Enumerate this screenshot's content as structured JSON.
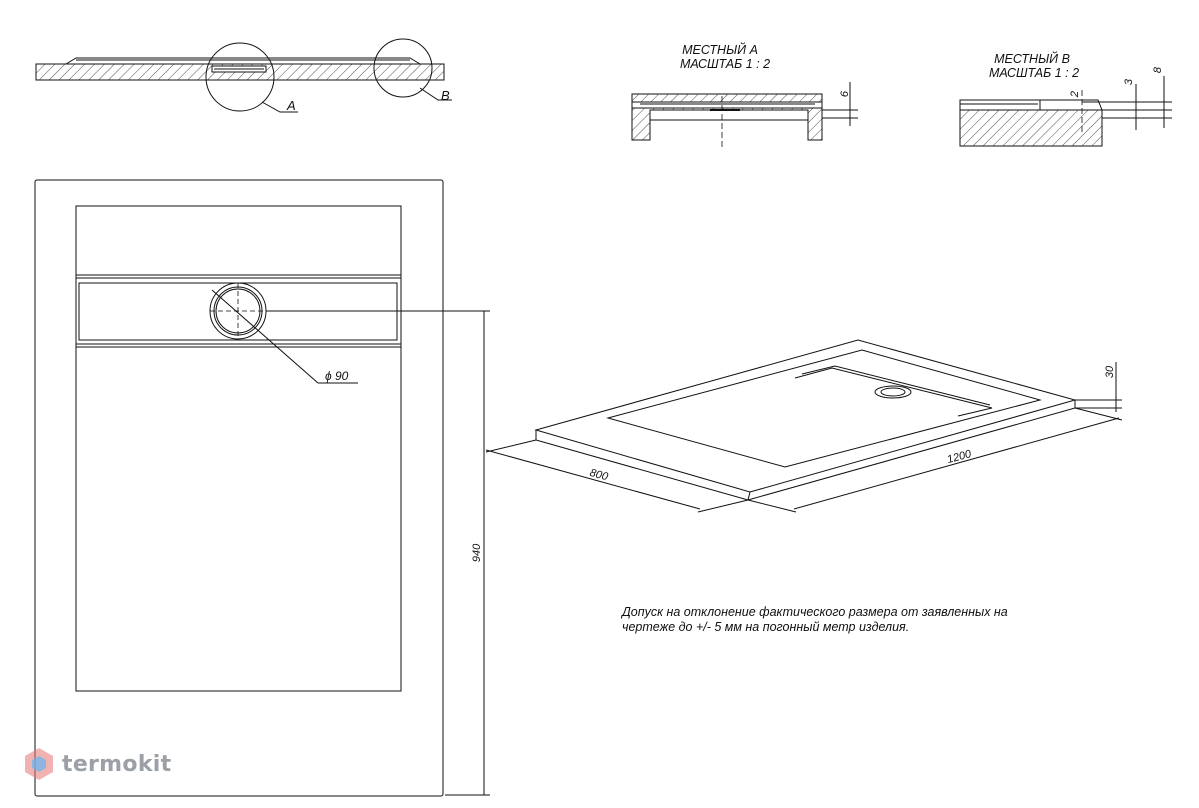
{
  "callout_a": "A",
  "callout_b": "B",
  "detail_a": {
    "line1": "МЕСТНЫЙ А",
    "line2": "МАСШТАБ 1 : 2",
    "dim_6": "6"
  },
  "detail_b": {
    "line1": "МЕСТНЫЙ В",
    "line2": "МАСШТАБ 1 : 2",
    "dim_2": "2",
    "dim_3": "3",
    "dim_8": "8"
  },
  "plan": {
    "diameter": "ϕ 90",
    "dim_940": "940"
  },
  "iso": {
    "dim_800": "800",
    "dim_1200": "1200",
    "dim_30": "30"
  },
  "note": {
    "line1": "Допуск на отклонение фактического размера от заявленных на",
    "line2": "чертеже до +/- 5 мм на погонный метр изделия."
  },
  "watermark": {
    "text": "termokit",
    "colors": [
      "#e53935",
      "#1e88e5"
    ]
  }
}
